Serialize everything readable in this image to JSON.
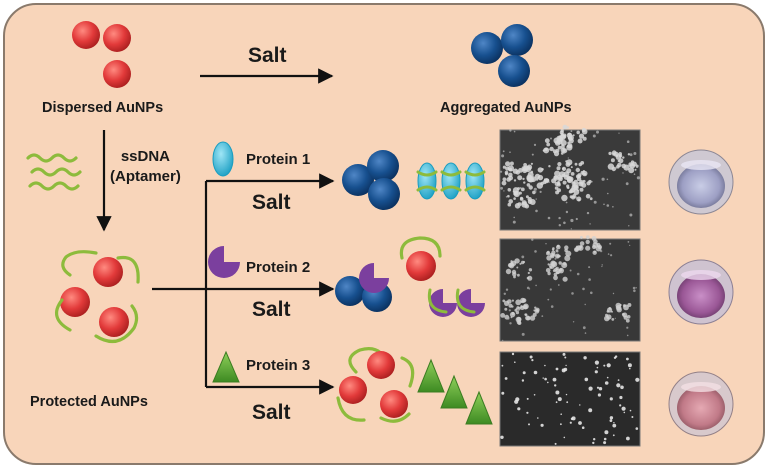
{
  "labels": {
    "dispersed": "Dispersed AuNPs",
    "aggregated": "Aggregated AuNPs",
    "protected": "Protected AuNPs",
    "ssdna": "ssDNA",
    "aptamer": "(Aptamer)",
    "salt": "Salt",
    "protein1": "Protein 1",
    "protein2": "Protein 2",
    "protein3": "Protein 3"
  },
  "colors": {
    "panel_fill": "#f8d5ba",
    "panel_border": "#8a7a6c",
    "aunp_red": "#e23a3a",
    "aunp_blue": "#17508f",
    "dna_green": "#8dbb3c",
    "protein1_cyan": "#29b5d8",
    "protein2_purple": "#7b3f9e",
    "protein3_green": "#55a532",
    "arrow": "#111111"
  },
  "icons": [
    "red-nanoparticle",
    "blue-nanoparticle",
    "dna-strand",
    "oval-protein",
    "pacman-protein",
    "triangle-protein",
    "sem-micrograph",
    "sample-well"
  ]
}
